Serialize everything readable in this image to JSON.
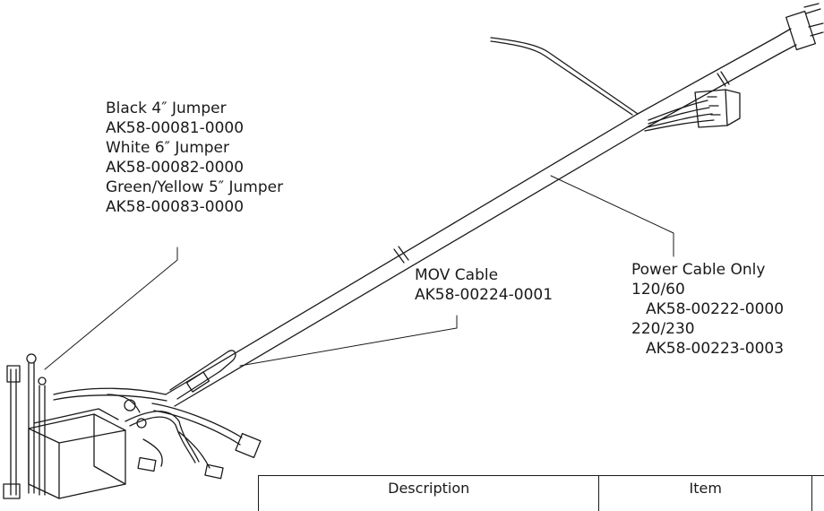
{
  "callouts": {
    "jumpers": {
      "line1": "Black 4″ Jumper",
      "line2": "AK58-00081-0000",
      "line3": "White 6″ Jumper",
      "line4": "AK58-00082-0000",
      "line5": "Green/Yellow 5″ Jumper",
      "line6": "AK58-00083-0000"
    },
    "mov": {
      "line1": "MOV Cable",
      "line2": "AK58-00224-0001"
    },
    "power": {
      "line1": "Power Cable Only",
      "line2": "120/60",
      "line3": "AK58-00222-0000",
      "line4": "220/230",
      "line5": "AK58-00223-0003"
    }
  },
  "table": {
    "headers": [
      "Description",
      "Item"
    ]
  },
  "colors": {
    "ink": "#1a1a1a",
    "background": "#ffffff"
  }
}
